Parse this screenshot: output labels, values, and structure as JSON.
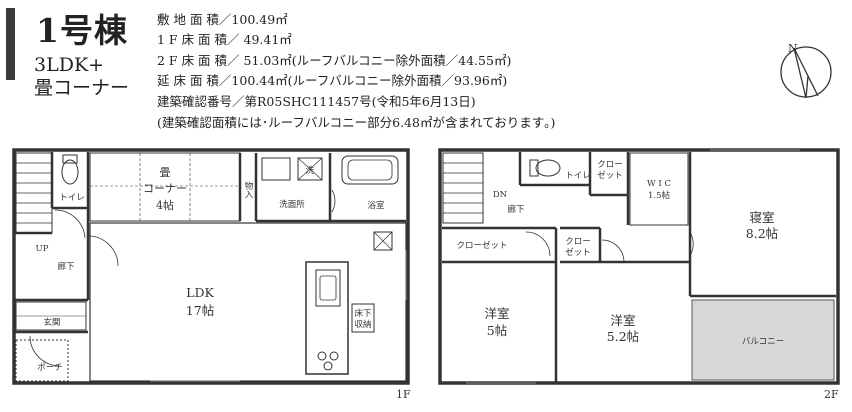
{
  "header": {
    "building": "1号棟",
    "layout": [
      "3LDK+",
      "畳コーナー"
    ]
  },
  "specs": [
    "敷 地 面 積／100.49㎡",
    "1 F 床 面 積／ 49.41㎡",
    "2 F 床 面 積／ 51.03㎡(ルーフバルコニー除外面積／44.55㎡)",
    "延 床 面 積／100.44㎡(ルーフバルコニー除外面積／93.96㎡)",
    "建築確認番号／第R05SHC111457号(令和5年6月13日)",
    "(建築確認面積には･ルーフバルコニー部分6.48㎡が含まれております｡)"
  ],
  "compass": {
    "label": "N"
  },
  "floor1": {
    "label": "1F",
    "rooms": {
      "tatami": "畳",
      "tatami_corner": "コーナー",
      "tatami_size": "4帖",
      "toilet": "トイレ",
      "storage": "物入",
      "washroom": "洗面所",
      "washer": "洗",
      "bath": "浴室",
      "up": "UP",
      "hall": "廊下",
      "ldk": "LDK",
      "ldk_size": "17帖",
      "entrance": "玄関",
      "porch": "ポーチ",
      "floor_storage_1": "床下",
      "floor_storage_2": "収納"
    }
  },
  "floor2": {
    "label": "2F",
    "rooms": {
      "dn": "DN",
      "hall": "廊下",
      "toilet": "トイレ",
      "closet_top_1": "クロー",
      "closet_top_2": "ゼット",
      "wic": "W I C",
      "wic_size": "1.5帖",
      "bedroom": "寝室",
      "bedroom_size": "8.2帖",
      "closet_left": "クローゼット",
      "closet_mid_1": "クロー",
      "closet_mid_2": "ゼット",
      "western1": "洋室",
      "western1_size": "5帖",
      "western2": "洋室",
      "western2_size": "5.2帖",
      "balcony": "バルコニー"
    }
  }
}
